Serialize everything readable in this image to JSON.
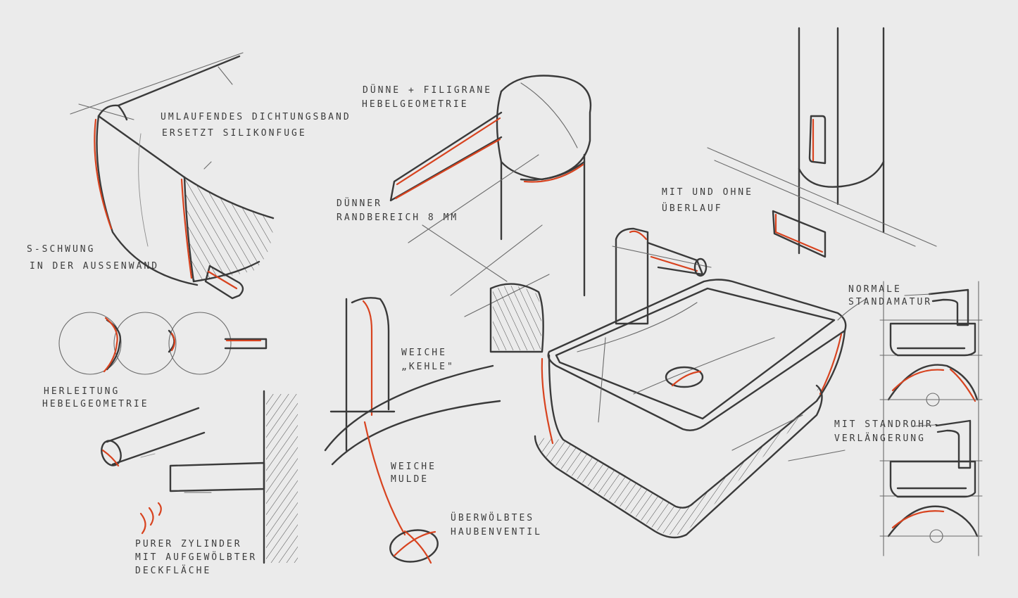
{
  "annotations": {
    "dichtungsband_1": "Umlaufendes Dichtungsband",
    "dichtungsband_2": "ersetzt Silikonfuge",
    "schwung_1": "S-Schwung",
    "schwung_2": "in der Außenwand",
    "herleitung_1": "Herleitung",
    "herleitung_2": "Hebelgeometrie",
    "zylinder_1": "Purer Zylinder",
    "zylinder_2": "mit aufgewölbter",
    "zylinder_3": "Deckfläche",
    "filigran_1": "Dünne + filigrane",
    "filigran_2": "Hebelgeometrie",
    "rand_1": "Dünner",
    "rand_2": "Randbereich 8 mm",
    "kehle_1": "Weiche",
    "kehle_2": "„Kehle\"",
    "mulde_1": "Weiche",
    "mulde_2": "Mulde",
    "haube_1": "Überwölbtes",
    "haube_2": "Haubenventil",
    "ueberlauf_1": "Mit und ohne",
    "ueberlauf_2": "Überlauf",
    "normale_1": "Normale",
    "normale_2": "Standamatur",
    "standrohr_1": "Mit Standrohr-",
    "standrohr_2": "verlängerung"
  },
  "colors": {
    "paper": "#ebebeb",
    "ink": "#3a3a3a",
    "accent": "#d8431f"
  }
}
